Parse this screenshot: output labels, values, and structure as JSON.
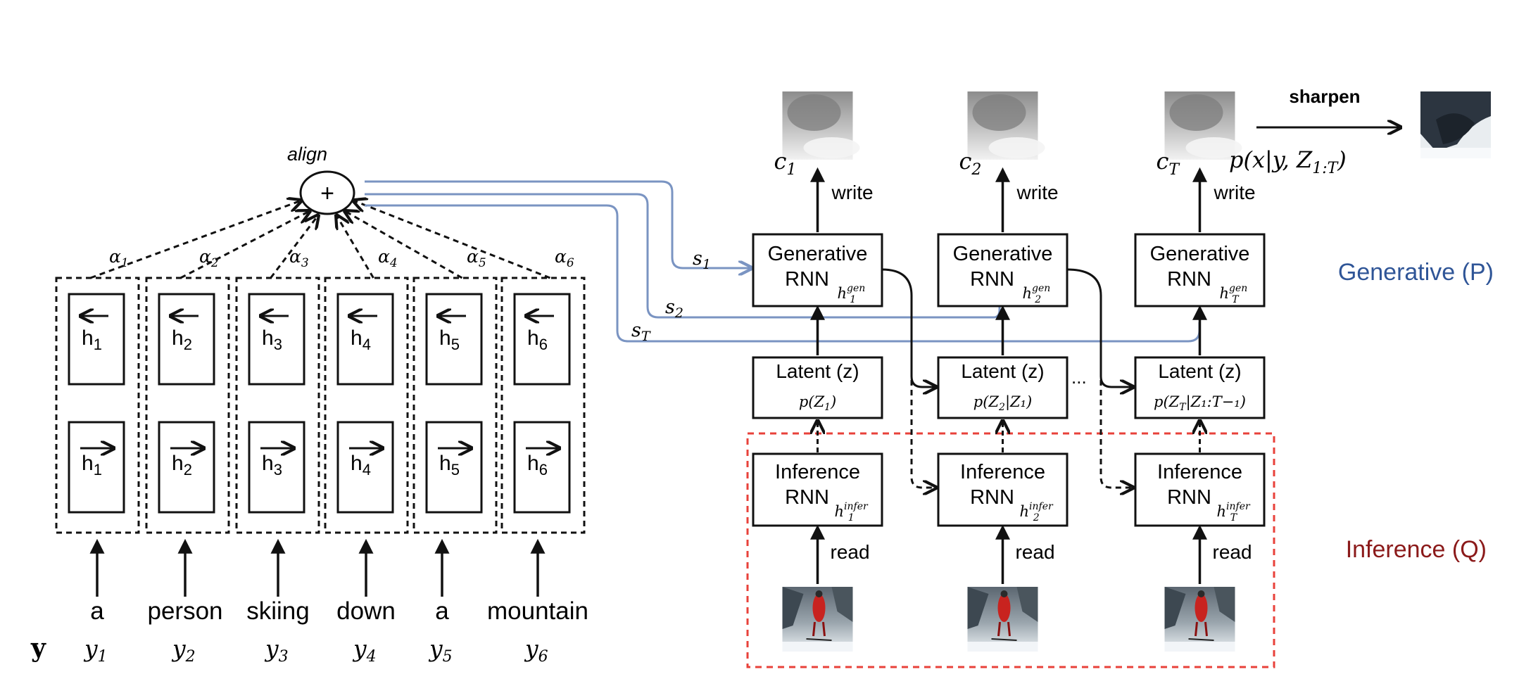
{
  "encoder": {
    "align_label": "align",
    "plus": "+",
    "alphas": [
      {
        "base": "α",
        "sub": "1"
      },
      {
        "base": "α",
        "sub": "2"
      },
      {
        "base": "α",
        "sub": "3"
      },
      {
        "base": "α",
        "sub": "4"
      },
      {
        "base": "α",
        "sub": "5"
      },
      {
        "base": "α",
        "sub": "6"
      }
    ],
    "backward_states": [
      {
        "base": "h",
        "sub": "1"
      },
      {
        "base": "h",
        "sub": "2"
      },
      {
        "base": "h",
        "sub": "3"
      },
      {
        "base": "h",
        "sub": "4"
      },
      {
        "base": "h",
        "sub": "5"
      },
      {
        "base": "h",
        "sub": "6"
      }
    ],
    "forward_states": [
      {
        "base": "h",
        "sub": "1"
      },
      {
        "base": "h",
        "sub": "2"
      },
      {
        "base": "h",
        "sub": "3"
      },
      {
        "base": "h",
        "sub": "4"
      },
      {
        "base": "h",
        "sub": "5"
      },
      {
        "base": "h",
        "sub": "6"
      }
    ],
    "words": [
      "a",
      "person",
      "skiing",
      "down",
      "a",
      "mountain"
    ],
    "y_vars": [
      {
        "base": "y",
        "sub": "1"
      },
      {
        "base": "y",
        "sub": "2"
      },
      {
        "base": "y",
        "sub": "3"
      },
      {
        "base": "y",
        "sub": "4"
      },
      {
        "base": "y",
        "sub": "5"
      },
      {
        "base": "y",
        "sub": "6"
      }
    ],
    "y_label": "y"
  },
  "blue_lines": [
    {
      "base": "s",
      "sub": "1"
    },
    {
      "base": "s",
      "sub": "2"
    },
    {
      "base": "s",
      "sub": "T"
    }
  ],
  "steps": [
    {
      "c": {
        "base": "c",
        "sub": "1"
      },
      "gen": {
        "line1": "Generative",
        "line2": "RNN",
        "h_base": "h",
        "h_sup": "gen",
        "h_sub": "1"
      },
      "latent": {
        "title": "Latent (z)",
        "prior": "p(Z",
        "prior_sub": "1",
        "prior_tail": ")"
      },
      "inf": {
        "line1": "Inference",
        "line2": "RNN",
        "h_base": "h",
        "h_sup": "infer",
        "h_sub": "1"
      },
      "write": "write",
      "read": "read"
    },
    {
      "c": {
        "base": "c",
        "sub": "2"
      },
      "gen": {
        "line1": "Generative",
        "line2": "RNN",
        "h_base": "h",
        "h_sup": "gen",
        "h_sub": "2"
      },
      "latent": {
        "title": "Latent (z)",
        "prior": "p(Z",
        "prior_sub": "2",
        "prior_tail": "|Z₁)"
      },
      "inf": {
        "line1": "Inference",
        "line2": "RNN",
        "h_base": "h",
        "h_sup": "infer",
        "h_sub": "2"
      },
      "write": "write",
      "read": "read"
    },
    {
      "c": {
        "base": "c",
        "sub": "T"
      },
      "gen": {
        "line1": "Generative",
        "line2": "RNN",
        "h_base": "h",
        "h_sup": "gen",
        "h_sub": "T"
      },
      "latent": {
        "title": "Latent (z)",
        "prior": "p(Z",
        "prior_sub": "T",
        "prior_tail": "|Z₁:T−₁)"
      },
      "inf": {
        "line1": "Inference",
        "line2": "RNN",
        "h_base": "h",
        "h_sup": "infer",
        "h_sub": "T"
      },
      "write": "write",
      "read": "read"
    }
  ],
  "ellipsis": "...",
  "sharpen_label": "sharpen",
  "likelihood": {
    "text": "p(x|y, Z",
    "sub": "1:T",
    "tail": ")"
  },
  "legend": {
    "generative": "Generative (P)",
    "inference": "Inference (Q)"
  },
  "colors": {
    "blue": "#7a94c2",
    "red": "#e8413a",
    "gen_text": "#2f5597",
    "inf_text": "#8b1a1a"
  }
}
